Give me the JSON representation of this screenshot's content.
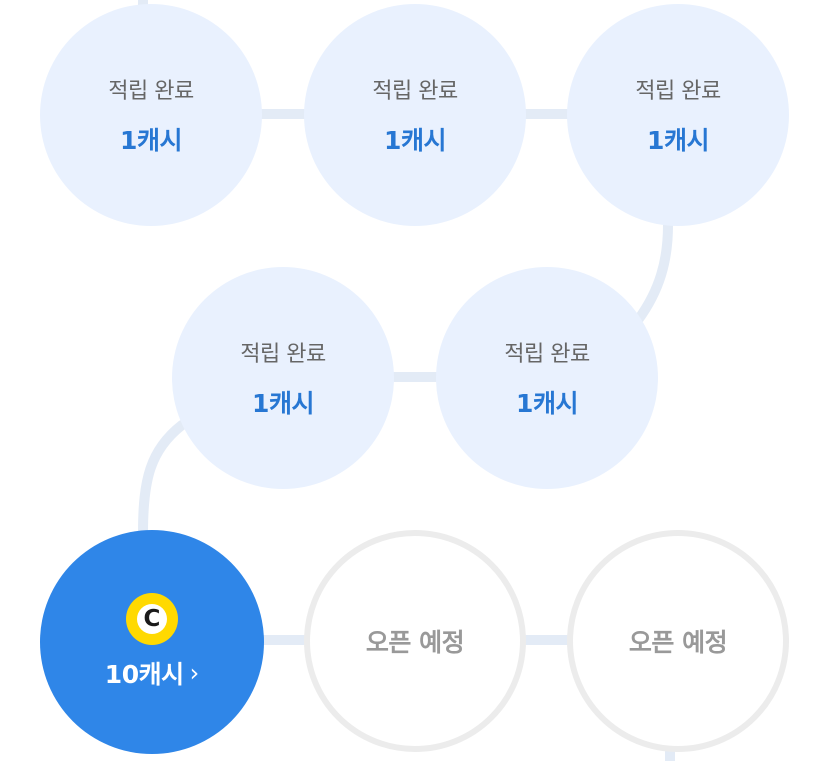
{
  "track": {
    "done_nodes": [
      {
        "status": "적립 완료",
        "amount": "1캐시"
      },
      {
        "status": "적립 완료",
        "amount": "1캐시"
      },
      {
        "status": "적립 완료",
        "amount": "1캐시"
      },
      {
        "status": "적립 완료",
        "amount": "1캐시"
      },
      {
        "status": "적립 완료",
        "amount": "1캐시"
      }
    ],
    "current_node": {
      "amount": "10캐시",
      "coin_letter": "C",
      "chevron": "›"
    },
    "pending_nodes": [
      {
        "label": "오픈 예정"
      },
      {
        "label": "오픈 예정"
      }
    ]
  },
  "colors": {
    "done_fill": "#e9f1fe",
    "connector": "#e3ebf6",
    "current_fill": "#2f86e8",
    "coin": "#ffd900",
    "amount_text": "#2777d3",
    "pending_border": "#ececec"
  }
}
